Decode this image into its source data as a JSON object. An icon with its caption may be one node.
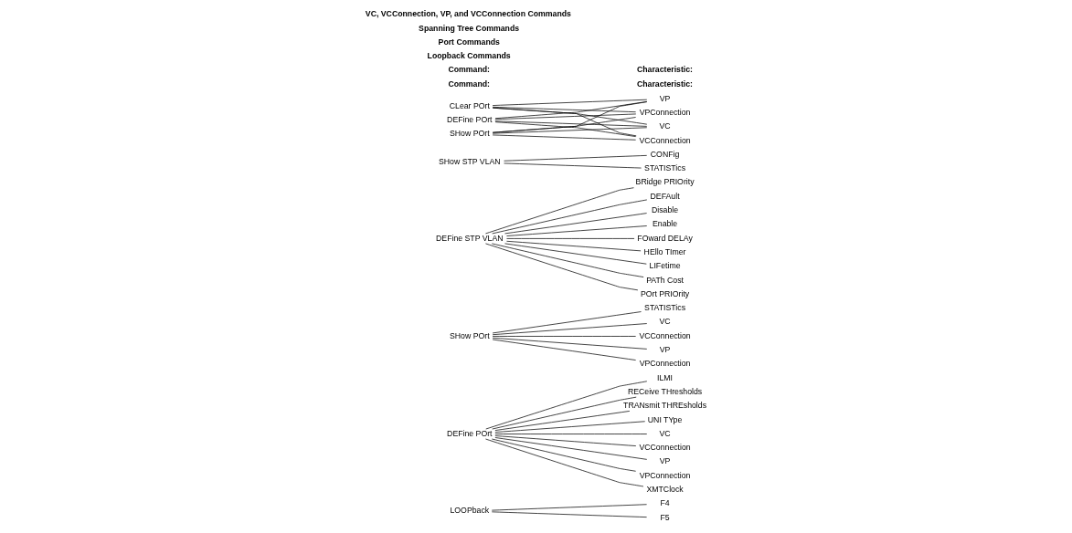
{
  "diagram": {
    "nodes": [
      {
        "text": [
          "LOOPback"
        ]
      },
      {
        "text": [
          "F4"
        ]
      },
      {
        "text": [
          "F5"
        ]
      },
      {
        "text": [
          "DEFine POrt"
        ]
      },
      {
        "text": [
          "ILMI"
        ]
      },
      {
        "text": [
          "RECeive THresholds"
        ]
      },
      {
        "text": [
          "TRANsmit THREsholds"
        ]
      },
      {
        "text": [
          "UNI TYpe"
        ]
      },
      {
        "text": [
          "VC"
        ]
      },
      {
        "text": [
          "VCConnection"
        ]
      },
      {
        "text": [
          "VP"
        ]
      },
      {
        "text": [
          "VPConnection"
        ]
      },
      {
        "text": [
          "XMTClock"
        ]
      },
      {
        "text": [
          "SHow POrt"
        ]
      },
      {
        "text": [
          "STATISTics"
        ]
      },
      {
        "text": [
          "VC"
        ]
      },
      {
        "text": [
          "VCConnection"
        ]
      },
      {
        "text": [
          "VP"
        ]
      },
      {
        "text": [
          "VPConnection"
        ]
      },
      {
        "text": [
          "DEFine STP VLAN"
        ]
      },
      {
        "text": [
          "BRidge PRIOrity"
        ]
      },
      {
        "text": [
          "DEFAult"
        ]
      },
      {
        "text": [
          "Disable"
        ]
      },
      {
        "text": [
          "Enable"
        ]
      },
      {
        "text": [
          "FOward DELAy"
        ]
      },
      {
        "text": [
          "HEllo TImer"
        ]
      },
      {
        "text": [
          "LIFetime"
        ]
      },
      {
        "text": [
          "PATh Cost"
        ]
      },
      {
        "text": [
          "POrt PRIOrity"
        ]
      },
      {
        "text": [
          "SHow STP VLAN"
        ]
      },
      {
        "text": [
          "CONFig"
        ]
      },
      {
        "text": [
          "STATISTics"
        ]
      },
      {
        "text": [
          "CLear POrt"
        ]
      },
      {
        "text": [
          "DEFine POrt"
        ]
      },
      {
        "text": [
          "SHow POrt"
        ]
      },
      {
        "text": [
          "VC"
        ]
      },
      {
        "text": [
          "VCConnection"
        ]
      },
      {
        "text": [
          "VP"
        ]
      },
      {
        "text": [
          "VPConnection"
        ]
      }
    ],
    "edges": [
      {
        "from": 0,
        "to": 1,
        "arrow": "none"
      },
      {
        "from": 0,
        "to": 2,
        "arrow": "none"
      },
      {
        "from": 3,
        "to": 4,
        "arrow": "none"
      },
      {
        "from": 3,
        "to": 5,
        "arrow": "none"
      },
      {
        "from": 3,
        "to": 6,
        "arrow": "none"
      },
      {
        "from": 3,
        "to": 7,
        "arrow": "none"
      },
      {
        "from": 3,
        "to": 8,
        "arrow": "none"
      },
      {
        "from": 3,
        "to": 9,
        "arrow": "none"
      },
      {
        "from": 3,
        "to": 10,
        "arrow": "none"
      },
      {
        "from": 3,
        "to": 11,
        "arrow": "none"
      },
      {
        "from": 3,
        "to": 12,
        "arrow": "none"
      },
      {
        "from": 13,
        "to": 14,
        "arrow": "none"
      },
      {
        "from": 13,
        "to": 15,
        "arrow": "none"
      },
      {
        "from": 13,
        "to": 16,
        "arrow": "none"
      },
      {
        "from": 13,
        "to": 17,
        "arrow": "none"
      },
      {
        "from": 13,
        "to": 18,
        "arrow": "none"
      },
      {
        "from": 19,
        "to": 20,
        "arrow": "none"
      },
      {
        "from": 19,
        "to": 21,
        "arrow": "none"
      },
      {
        "from": 19,
        "to": 22,
        "arrow": "none"
      },
      {
        "from": 19,
        "to": 23,
        "arrow": "none"
      },
      {
        "from": 19,
        "to": 24,
        "arrow": "none"
      },
      {
        "from": 19,
        "to": 25,
        "arrow": "none"
      },
      {
        "from": 19,
        "to": 26,
        "arrow": "none"
      },
      {
        "from": 19,
        "to": 27,
        "arrow": "none"
      },
      {
        "from": 19,
        "to": 28,
        "arrow": "none"
      },
      {
        "from": 29,
        "to": 30,
        "arrow": "none"
      },
      {
        "from": 29,
        "to": 31,
        "arrow": "none"
      },
      {
        "from": 32,
        "to": 35,
        "arrow": "none"
      },
      {
        "from": 32,
        "to": 36,
        "arrow": "none"
      },
      {
        "from": 32,
        "to": 37,
        "arrow": "none"
      },
      {
        "from": 32,
        "to": 38,
        "arrow": "none"
      },
      {
        "from": 33,
        "to": 35,
        "arrow": "none"
      },
      {
        "from": 33,
        "to": 36,
        "arrow": "none"
      },
      {
        "from": 33,
        "to": 37,
        "arrow": "none"
      },
      {
        "from": 33,
        "to": 38,
        "arrow": "none"
      },
      {
        "from": 34,
        "to": 35,
        "arrow": "none"
      },
      {
        "from": 34,
        "to": 36,
        "arrow": "none"
      },
      {
        "from": 34,
        "to": 37,
        "arrow": "none"
      },
      {
        "from": 34,
        "to": 38,
        "arrow": "none"
      }
    ],
    "labels": [
      "Command:",
      "Characteristic:",
      "Command:",
      "Characteristic:",
      "Loopback Commands",
      "Port Commands",
      "Spanning Tree Commands",
      "VC, VCConnection, VP, and VCConnection Commands"
    ]
  }
}
